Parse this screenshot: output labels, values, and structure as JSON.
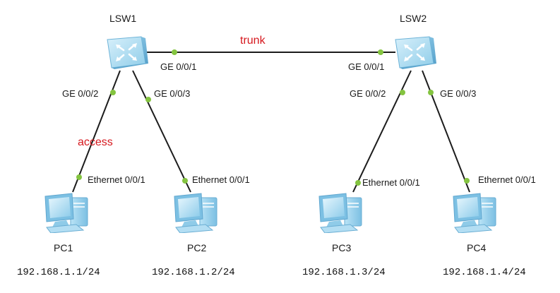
{
  "colors": {
    "link": "#1c1c1c",
    "port_dot": "#84c440",
    "link_label": "#d6181e",
    "switch_body": "#a8dcf2",
    "pc_body": "#9fd6f0"
  },
  "switches": [
    {
      "name": "LSW1",
      "icon": "switch-icon"
    },
    {
      "name": "LSW2",
      "icon": "switch-icon"
    }
  ],
  "pcs": [
    {
      "name": "PC1",
      "ip": "192.168.1.1/24",
      "port": "Ethernet 0/0/1",
      "icon": "pc-icon"
    },
    {
      "name": "PC2",
      "ip": "192.168.1.2/24",
      "port": "Ethernet 0/0/1",
      "icon": "pc-icon"
    },
    {
      "name": "PC3",
      "ip": "192.168.1.3/24",
      "port": "Ethernet 0/0/1",
      "icon": "pc-icon"
    },
    {
      "name": "PC4",
      "ip": "192.168.1.4/24",
      "port": "Ethernet 0/0/1",
      "icon": "pc-icon"
    }
  ],
  "links": {
    "trunk": {
      "label": "trunk",
      "port_a": "GE 0/0/1",
      "port_b": "GE 0/0/1"
    },
    "lsw1_pc1": {
      "label": "access",
      "port": "GE 0/0/2"
    },
    "lsw1_pc2": {
      "port": "GE 0/0/3"
    },
    "lsw2_pc3": {
      "port": "GE 0/0/2"
    },
    "lsw2_pc4": {
      "port": "GE 0/0/3"
    }
  }
}
